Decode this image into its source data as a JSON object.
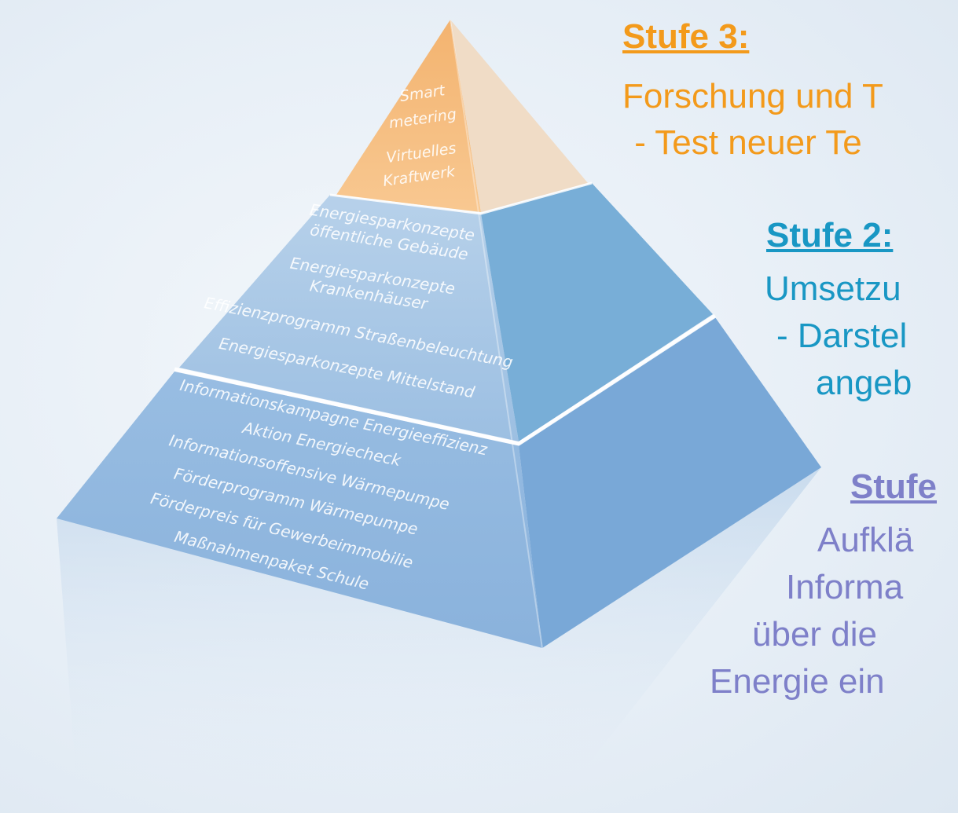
{
  "pyramid": {
    "top": [
      "Smart",
      "metering",
      "Virtuelles",
      "Kraftwerk"
    ],
    "middle": [
      "Energiesparkonzepte",
      "öffentliche Gebäude",
      "Energiesparkonzepte",
      "Krankenhäuser",
      "Effizienzprogramm Straßenbeleuchtung",
      "Energiesparkonzepte Mittelstand"
    ],
    "bottom": [
      "Informationskampagne Energieeffizienz",
      "Aktion Energiecheck",
      "Informationsoffensive Wärmepumpe",
      "Förderprogramm Wärmepumpe",
      "Förderpreis für Gewerbeimmobilie",
      "Maßnahmenpaket Schule"
    ],
    "colors": {
      "top_front": "#f7c184",
      "top_side": "#f0dcc6",
      "middle_front": "#a9c6e4",
      "middle_side": "#7aafd7",
      "bottom_front": "#8db4dc",
      "bottom_side": "#7aa9d8"
    }
  },
  "stufe3": {
    "heading": "Stufe 3:",
    "lines": [
      "Forschung und T",
      " - Test neuer Te"
    ],
    "color": "#f39a1b"
  },
  "stufe2": {
    "heading": "Stufe 2:",
    "lines": [
      "Umsetzu",
      "- Darstel",
      "angeb"
    ],
    "color": "#1997c4"
  },
  "stufe1": {
    "heading": "Stufe",
    "lines": [
      "Aufklä",
      "Informa",
      "über die",
      "Energie ein"
    ],
    "color": "#7e80c9"
  }
}
